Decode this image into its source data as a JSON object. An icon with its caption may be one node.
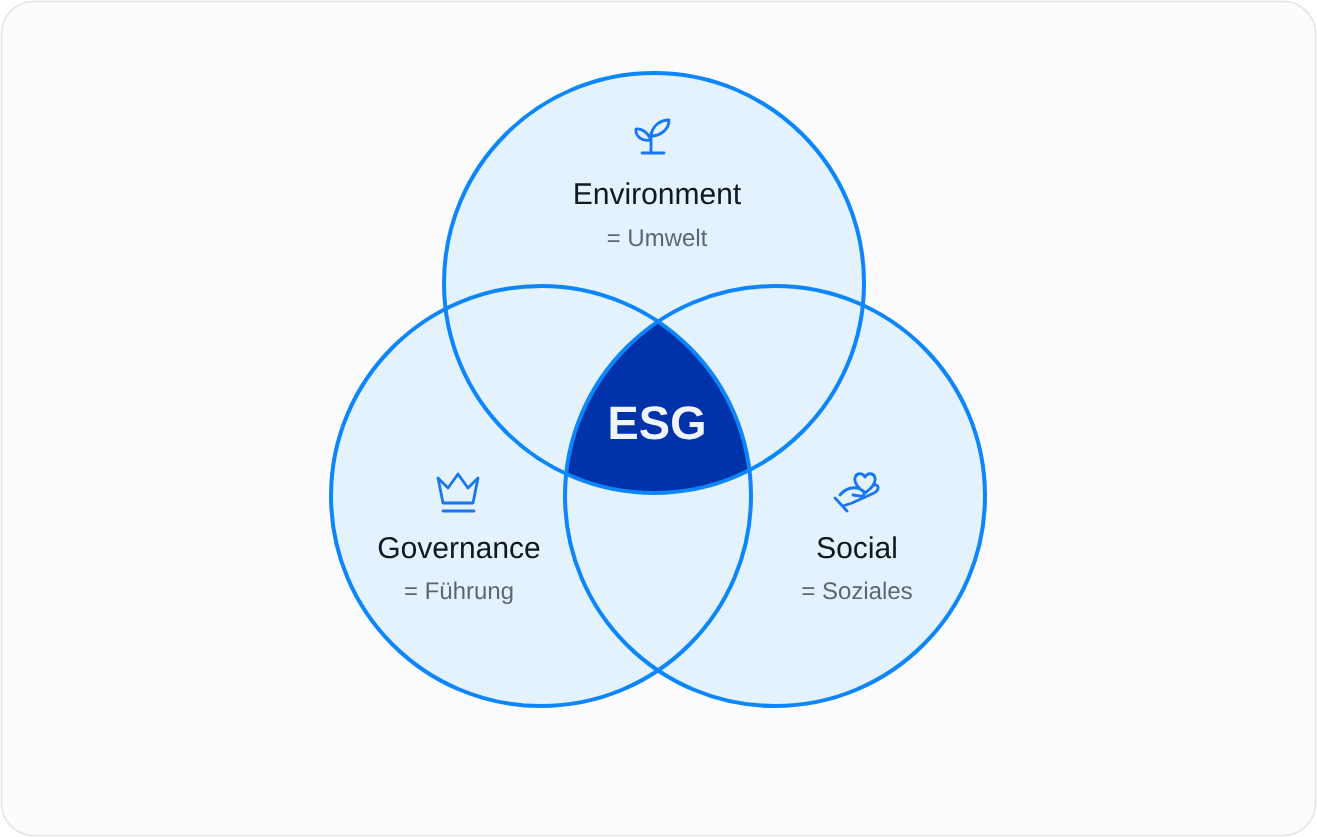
{
  "diagram": {
    "nodes": [
      {
        "text": [
          "Environment",
          "= Umwelt"
        ]
      },
      {
        "text": [
          "Governance",
          "= Führung"
        ]
      },
      {
        "text": [
          "Social",
          "= Soziales"
        ]
      },
      {
        "text": [
          "ESG"
        ]
      }
    ]
  }
}
